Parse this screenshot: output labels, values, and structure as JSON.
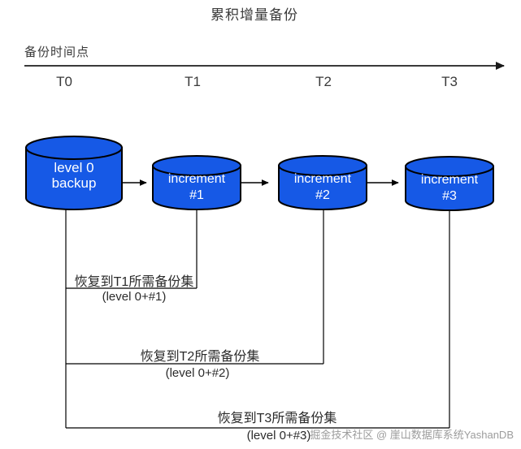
{
  "title": "累积增量备份",
  "timeline": {
    "label": "备份时间点",
    "ticks": [
      "T0",
      "T1",
      "T2",
      "T3"
    ]
  },
  "cylinders": [
    {
      "line1": "level 0",
      "line2": "backup"
    },
    {
      "line1": "increment",
      "line2": "#1"
    },
    {
      "line1": "increment",
      "line2": "#2"
    },
    {
      "line1": "increment",
      "line2": "#3"
    }
  ],
  "recovery_notes": [
    {
      "line1": "恢复到T1所需备份集",
      "line2": "(level 0+#1)"
    },
    {
      "line1": "恢复到T2所需备份集",
      "line2": "(level 0+#2)"
    },
    {
      "line1": "恢复到T3所需备份集",
      "line2": "(level 0+#3)"
    }
  ],
  "watermark": "掘金技术社区 @ 崖山数据库系统YashanDB",
  "colors": {
    "cylinder_fill": "#1659E6",
    "cylinder_stroke": "#000000",
    "connector_line": "#000000",
    "timeline_arrow": "#3A3A3A",
    "label_text": "#333333",
    "cylinder_text": "#FFFFFF",
    "watermark_text": "#9C9C9C"
  }
}
